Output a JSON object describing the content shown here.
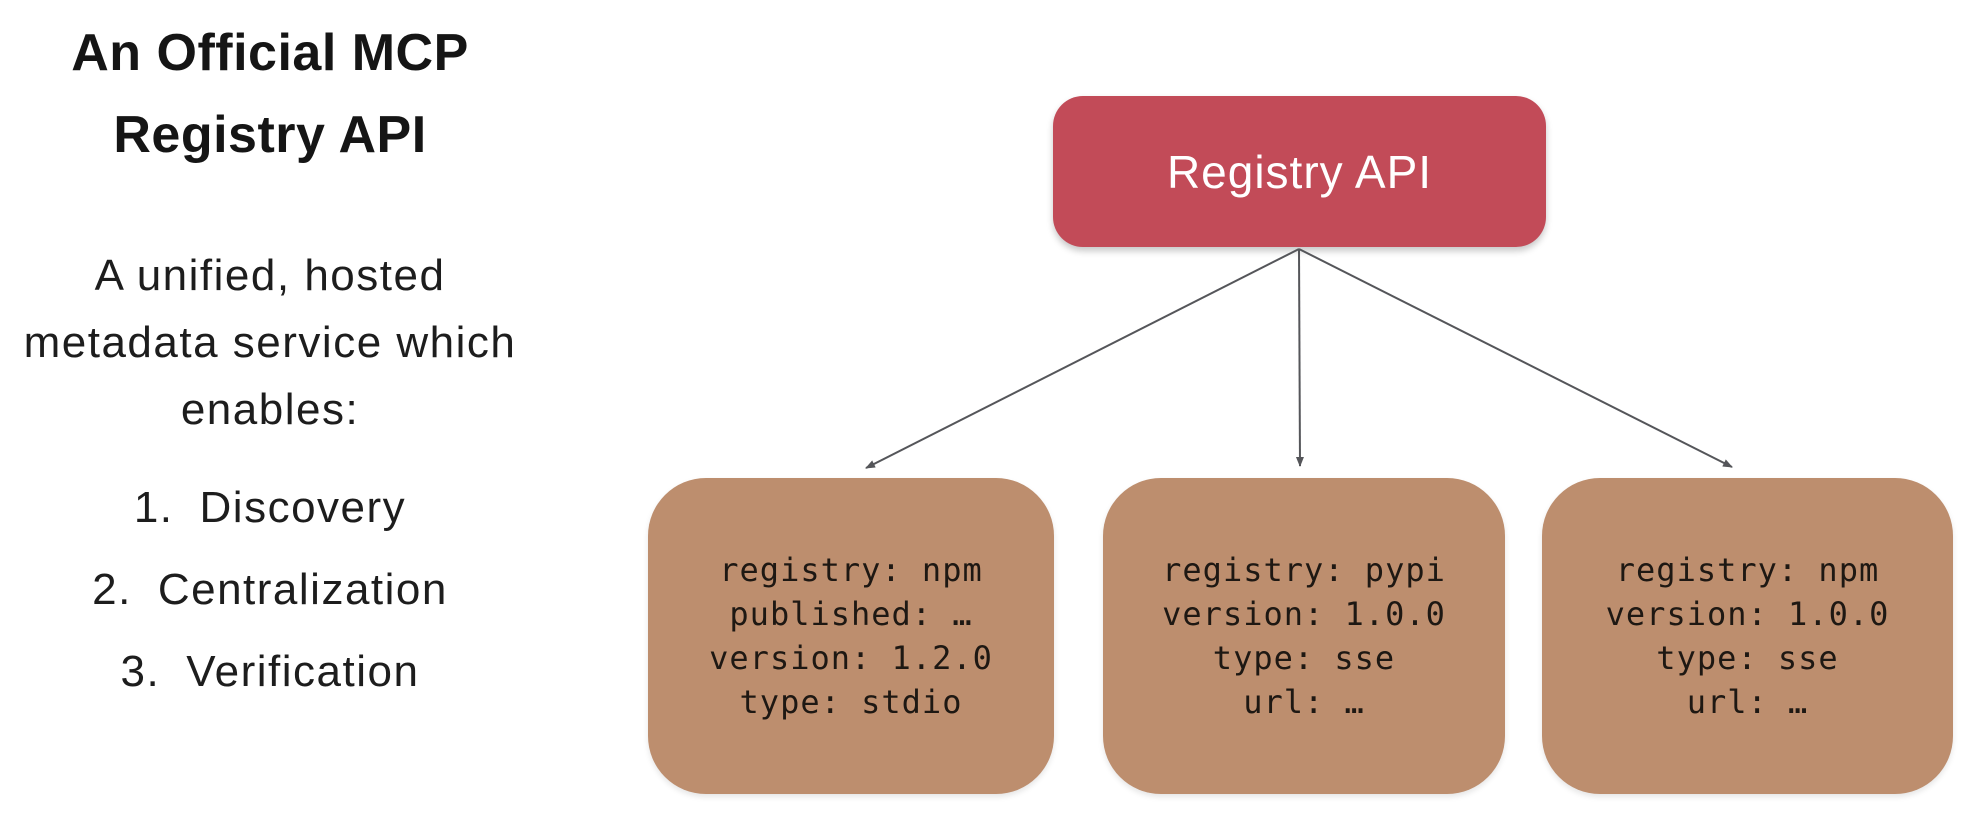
{
  "left": {
    "title_lines": [
      "An Official MCP",
      "Registry API"
    ],
    "subtitle_lines": [
      "A unified, hosted",
      "metadata service which",
      "enables:"
    ],
    "list": [
      {
        "num": "1.",
        "label": "Discovery"
      },
      {
        "num": "2.",
        "label": "Centralization"
      },
      {
        "num": "3.",
        "label": "Verification"
      }
    ]
  },
  "diagram": {
    "root_label": "Registry API",
    "boxes": [
      {
        "lines": [
          "registry: npm",
          "published: …",
          "version: 1.2.0",
          "type: stdio"
        ]
      },
      {
        "lines": [
          "registry: pypi",
          "version: 1.0.0",
          "type: sse",
          "url: …"
        ]
      },
      {
        "lines": [
          "registry: npm",
          "version: 1.0.0",
          "type: sse",
          "url: …"
        ]
      }
    ]
  },
  "colors": {
    "root_box": "#c24b58",
    "server_box": "#bd8e6e",
    "arrow": "#55565a",
    "root_text": "#ffffff",
    "body_text": "#1d1d1d"
  }
}
